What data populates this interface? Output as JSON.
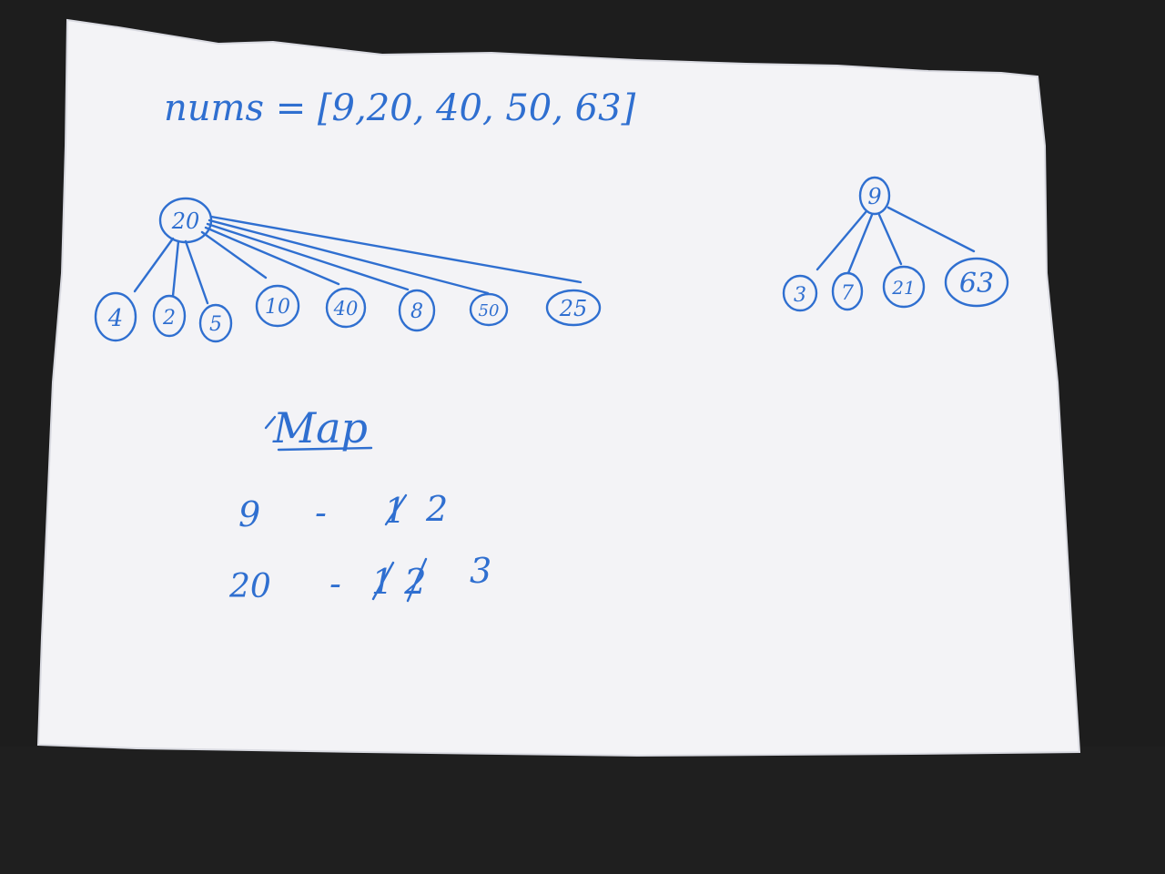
{
  "colors": {
    "ink": "#2f6fd0",
    "paper": "#f3f3f6",
    "table": "#1c1c1c"
  },
  "note": {
    "nums_line": "nums = [9,20, 40, 50, 63]",
    "tree_left": {
      "root": "20",
      "children": [
        "4",
        "2",
        "5",
        "10",
        "40",
        "8",
        "50",
        "25"
      ]
    },
    "tree_right": {
      "root": "9",
      "children": [
        "3",
        "7",
        "21",
        "63"
      ]
    },
    "map_heading": "Map",
    "map_rows": [
      {
        "key": "9",
        "dash": "-",
        "struck": "1",
        "value": "2"
      },
      {
        "key": "20",
        "dash": "-",
        "struck": "1 2",
        "value": "3"
      }
    ]
  }
}
